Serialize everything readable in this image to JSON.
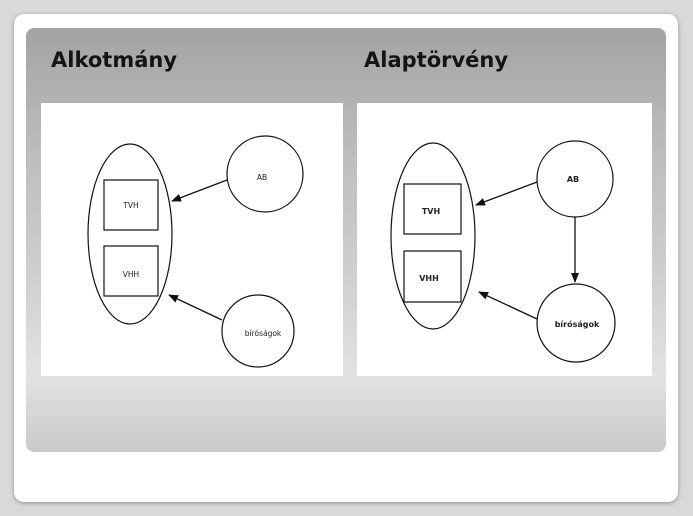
{
  "slide": {
    "left_title": "Alkotmány",
    "right_title": "Alaptörvény"
  },
  "diagram_left": {
    "box_top": "TVH",
    "box_bottom": "VHH",
    "circle_top": "AB",
    "circle_bottom": "bíróságok"
  },
  "diagram_right": {
    "box_top": "TVH",
    "box_bottom": "VHH",
    "circle_top": "AB",
    "circle_bottom": "bíróságok"
  }
}
